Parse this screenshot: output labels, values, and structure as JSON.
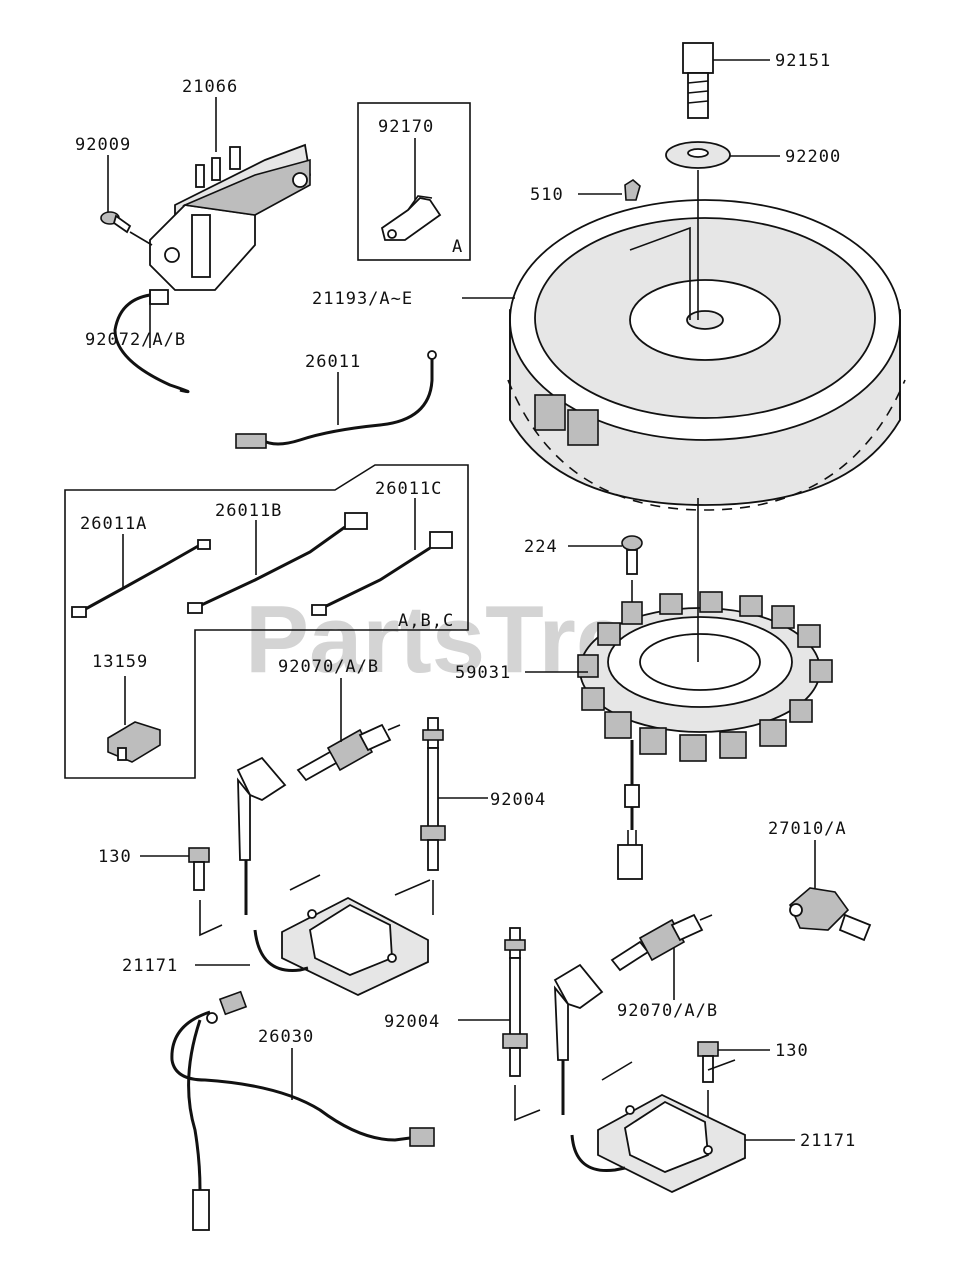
{
  "watermark": "PartsTree",
  "labels": {
    "p21066": "21066",
    "p92009": "92009",
    "p92170": "92170",
    "p92170_box": "A",
    "p92151": "92151",
    "p92200": "92200",
    "p510": "510",
    "p21193": "21193/A~E",
    "p92072": "92072/A/B",
    "p26011": "26011",
    "p26011A": "26011A",
    "p26011B": "26011B",
    "p26011C": "26011C",
    "box_abc": "A,B,C",
    "p13159": "13159",
    "p224": "224",
    "p59031": "59031",
    "p92070_top": "92070/A/B",
    "p92004_top": "92004",
    "p130_left": "130",
    "p21171_left": "21171",
    "p27010": "27010/A",
    "p92004_bottom": "92004",
    "p92070_bottom": "92070/A/B",
    "p130_right": "130",
    "p26030": "26030",
    "p21171_right": "21171"
  }
}
